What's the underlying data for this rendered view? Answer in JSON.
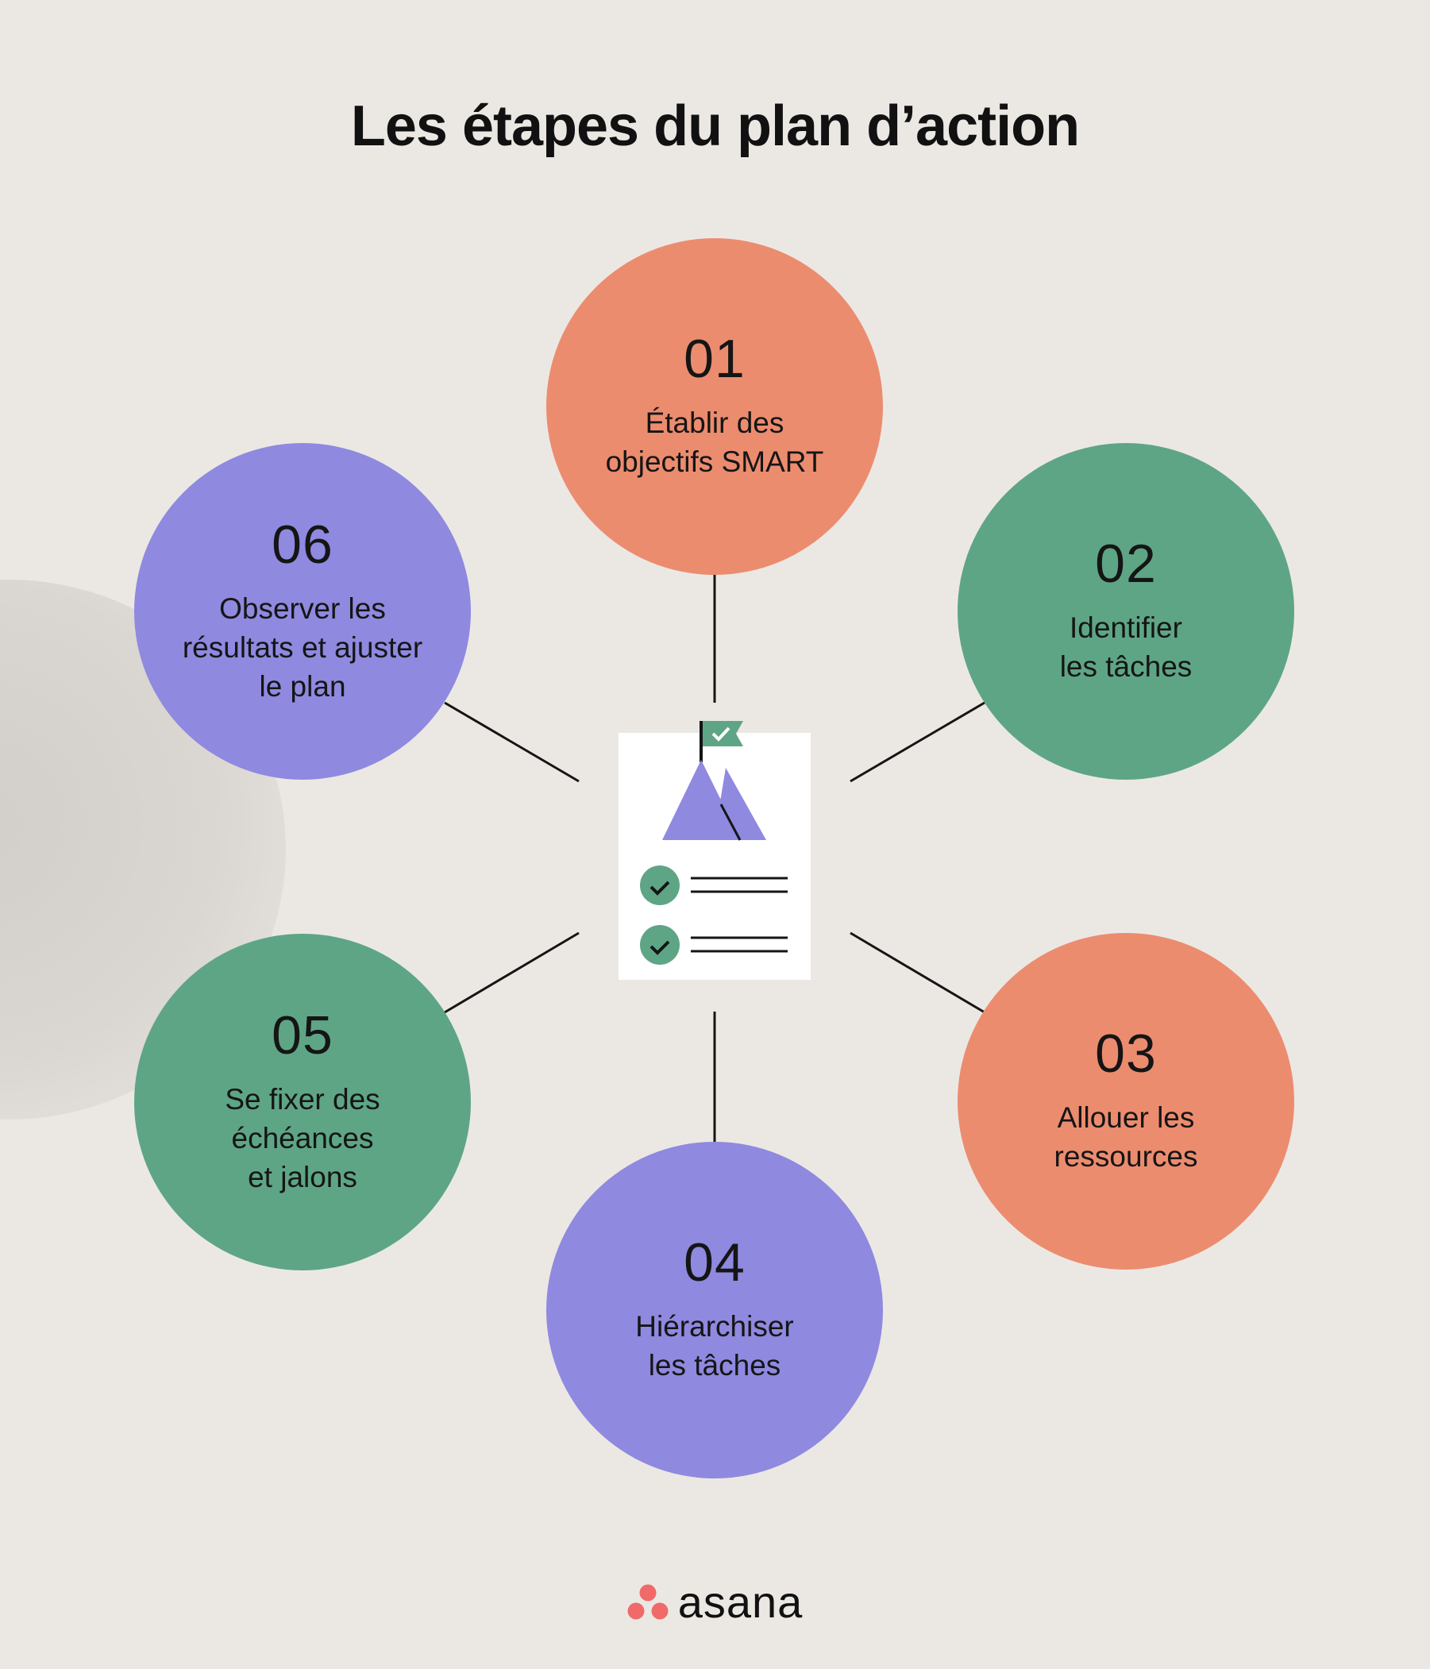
{
  "title": "Les étapes du plan d’action",
  "colors": {
    "background": "#ebe8e4",
    "coral": "#ec8c6f",
    "green": "#5ea586",
    "purple": "#8f89e0",
    "card": "#ffffff",
    "logo_dots": "#f06a6a"
  },
  "steps": [
    {
      "number": "01",
      "label": "Établir des\nobjectifs SMART",
      "color": "coral"
    },
    {
      "number": "02",
      "label": "Identifier\nles tâches",
      "color": "green"
    },
    {
      "number": "03",
      "label": "Allouer les\nressources",
      "color": "coral"
    },
    {
      "number": "04",
      "label": "Hiérarchiser\nles tâches",
      "color": "purple"
    },
    {
      "number": "05",
      "label": "Se fixer des\néchéances\net jalons",
      "color": "green"
    },
    {
      "number": "06",
      "label": "Observer les\nrésultats et ajuster\nle plan",
      "color": "purple"
    }
  ],
  "center_illustration": {
    "icons": [
      "flag-check-icon",
      "mountain-icon",
      "check-circle-icon",
      "check-circle-icon"
    ]
  },
  "logo": {
    "wordmark": "asana",
    "icon": "asana-dots-icon"
  }
}
